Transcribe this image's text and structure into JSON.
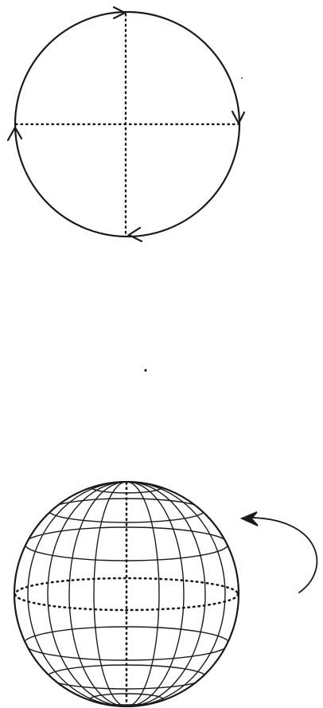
{
  "colors": {
    "ink": "#1a1a1a",
    "background": "#ffffff"
  },
  "diagrams": [
    {
      "name": "circle-with-directional-arrows",
      "elements": [
        "circle",
        "dotted-axes",
        "arrowheads-clockwise"
      ]
    },
    {
      "name": "wireframe-sphere-with-rotation-arrow",
      "elements": [
        "sphere-outline",
        "meridians",
        "parallels",
        "dotted-equator",
        "dotted-axis",
        "curved-rotation-arrow"
      ]
    }
  ]
}
